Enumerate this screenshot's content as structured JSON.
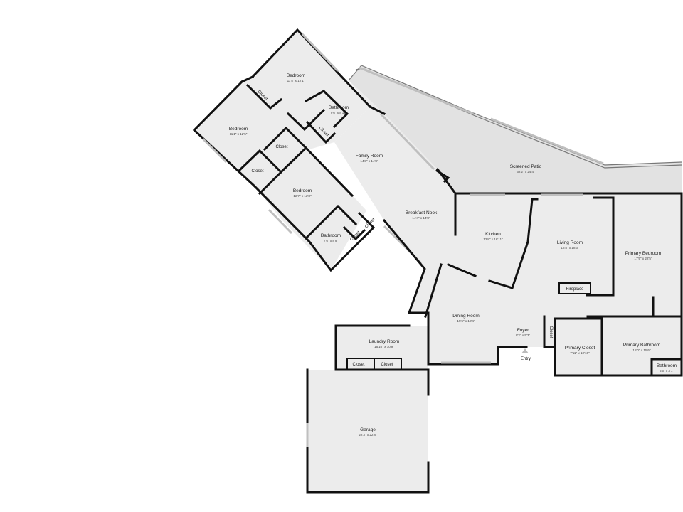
{
  "rooms": {
    "bedroom_top": {
      "name": "Bedroom",
      "dim": "11'5\" x 12'1\""
    },
    "bedroom_left": {
      "name": "Bedroom",
      "dim": "11'1\" x 12'5\""
    },
    "bedroom_mid": {
      "name": "Bedroom",
      "dim": "12'7\" x 12'3\""
    },
    "bathroom_top": {
      "name": "Bathroom",
      "dim": "9'6\" x 8'11\""
    },
    "bathroom_mid": {
      "name": "Bathroom",
      "dim": "7'6\" x 8'9\""
    },
    "family_room": {
      "name": "Family Room",
      "dim": "14'3\" x 14'8\""
    },
    "screened_patio": {
      "name": "Screened Patio",
      "dim": "62'2\" x 24'4\""
    },
    "breakfast_nook": {
      "name": "Breakfast Nook",
      "dim": "14'4\" x 14'8\""
    },
    "kitchen": {
      "name": "Kitchen",
      "dim": "12'8\" x 16'11\""
    },
    "living_room": {
      "name": "Living Room",
      "dim": "18'8\" x 18'3\""
    },
    "primary_bedroom": {
      "name": "Primary Bedroom",
      "dim": "17'9\" x 22'5\""
    },
    "dining_room": {
      "name": "Dining Room",
      "dim": "15'6\" x 18'4\""
    },
    "foyer": {
      "name": "Foyer",
      "dim": "8'2\" x 5'3\""
    },
    "primary_closet": {
      "name": "Primary Closet",
      "dim": "7'11\" x 10'10\""
    },
    "primary_bathroom": {
      "name": "Primary Bathroom",
      "dim": "15'0\" x 15'6\""
    },
    "bathroom_small": {
      "name": "Bathroom",
      "dim": "5'5\" x 3'1\""
    },
    "laundry_room": {
      "name": "Laundry Room",
      "dim": "16'10\" x 10'9\""
    },
    "garage": {
      "name": "Garage",
      "dim": "22'3\" x 22'8\""
    }
  },
  "labels": {
    "closet": "Closet",
    "fireplace": "Fireplace",
    "entry": "Entry"
  }
}
